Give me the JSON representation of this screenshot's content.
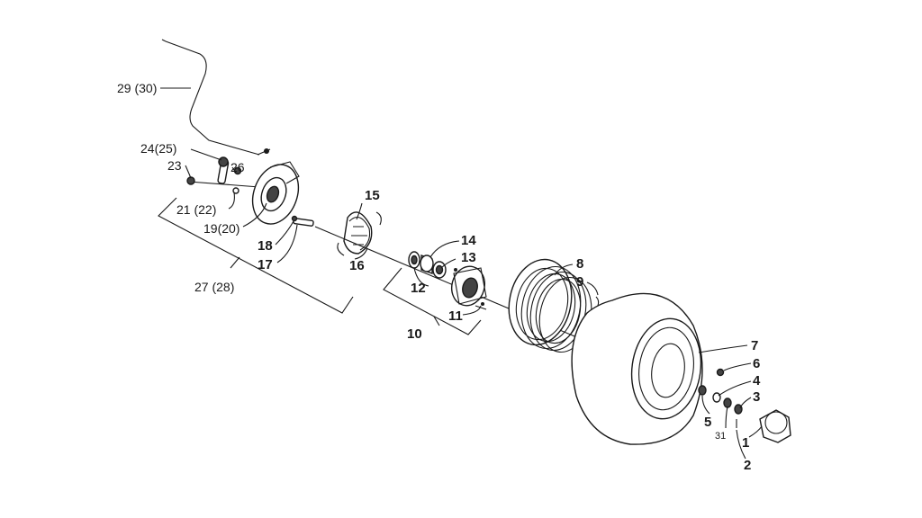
{
  "labels": {
    "p29_30": "29 (30)",
    "p24_25": "24(25)",
    "p23": "23",
    "p26": "26",
    "p21_22": "21 (22)",
    "p19_20": "19(20)",
    "p18": "18",
    "p17": "17",
    "p27_28": "27 (28)",
    "p15": "15",
    "p16": "16",
    "p14": "14",
    "p13": "13",
    "p12": "12",
    "p11": "11",
    "p10": "10",
    "p8": "8",
    "p9": "9",
    "p7": "7",
    "p6": "6",
    "p4": "4",
    "p3": "3",
    "p5": "5",
    "p31": "31",
    "p1": "1",
    "p2": "2"
  }
}
